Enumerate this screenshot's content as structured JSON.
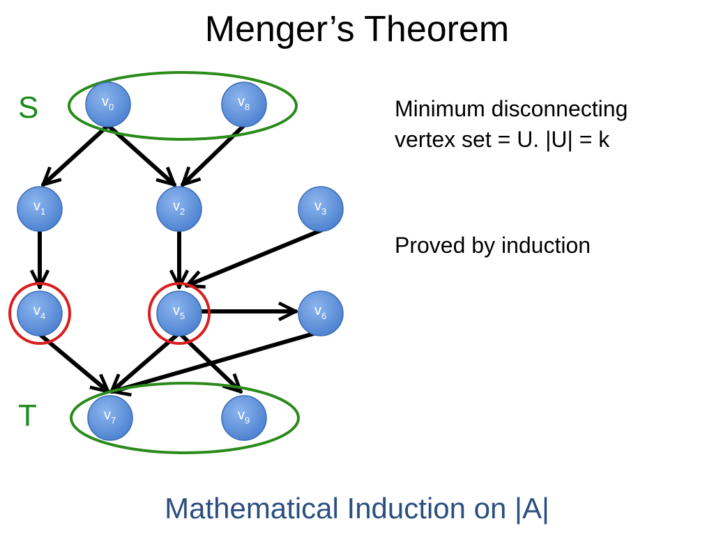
{
  "slide": {
    "title": "Menger’s Theorem",
    "set_s_label": "S",
    "set_t_label": "T",
    "note_line1": "Minimum disconnecting",
    "note_line2": "vertex set = U. |U| = k",
    "note2": "Proved by induction",
    "footer": "Mathematical Induction on |A|"
  },
  "colors": {
    "node_fill": "#5b8fd8",
    "node_stroke": "#3a6cb4",
    "edge": "#000000",
    "set_ellipse": "#2a8a1a",
    "cut_circle": "#d81e1e",
    "set_label": "#1a8a1a",
    "footer_text": "#2a4f7e"
  },
  "graph": {
    "vertices": [
      {
        "id": "v0",
        "base": "v",
        "sub": "0"
      },
      {
        "id": "v8",
        "base": "v",
        "sub": "8"
      },
      {
        "id": "v1",
        "base": "v",
        "sub": "1"
      },
      {
        "id": "v2",
        "base": "v",
        "sub": "2"
      },
      {
        "id": "v3",
        "base": "v",
        "sub": "3"
      },
      {
        "id": "v4",
        "base": "v",
        "sub": "4"
      },
      {
        "id": "v5",
        "base": "v",
        "sub": "5"
      },
      {
        "id": "v6",
        "base": "v",
        "sub": "6"
      },
      {
        "id": "v7",
        "base": "v",
        "sub": "7"
      },
      {
        "id": "v9",
        "base": "v",
        "sub": "9"
      }
    ],
    "edges": [
      {
        "from": "v0",
        "to": "v1"
      },
      {
        "from": "v0",
        "to": "v2"
      },
      {
        "from": "v8",
        "to": "v2"
      },
      {
        "from": "v1",
        "to": "v4"
      },
      {
        "from": "v2",
        "to": "v5"
      },
      {
        "from": "v3",
        "to": "v5"
      },
      {
        "from": "v5",
        "to": "v6"
      },
      {
        "from": "v4",
        "to": "v7"
      },
      {
        "from": "v5",
        "to": "v7"
      },
      {
        "from": "v6",
        "to": "v7"
      },
      {
        "from": "v5",
        "to": "v9"
      }
    ],
    "source_set": [
      "v0",
      "v8"
    ],
    "target_set": [
      "v7",
      "v9"
    ],
    "cut_set": [
      "v4",
      "v5"
    ]
  }
}
